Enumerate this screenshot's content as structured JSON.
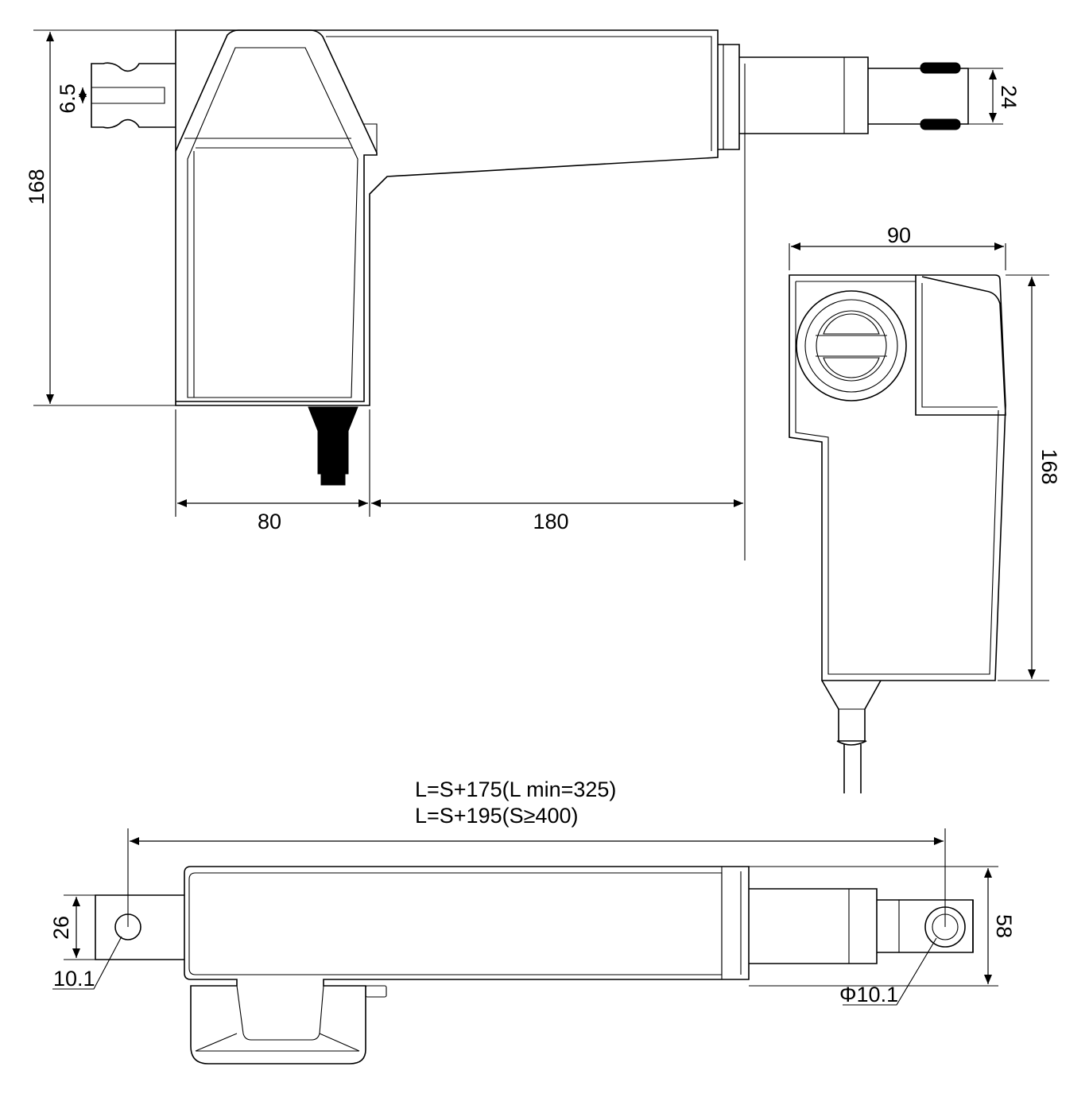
{
  "dimensions": {
    "overall_height": "168",
    "pin_slot_width": "6.5",
    "rod_end_width": "24",
    "gearbox_width": "80",
    "motor_length": "180",
    "side_width": "90",
    "side_height": "168",
    "clevis_width": "26",
    "body_height": "58",
    "rear_hole": "10.1",
    "front_hole": "Φ10.1"
  },
  "formulas": {
    "line1": "L=S+175(L min=325)",
    "line2": "L=S+195(S≥400)"
  }
}
